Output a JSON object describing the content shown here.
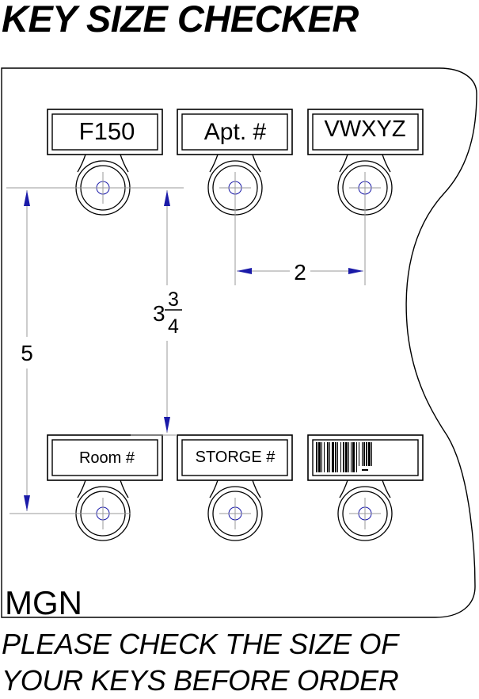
{
  "title": "KEY SIZE CHECKER",
  "tags_top": [
    {
      "label": "F150"
    },
    {
      "label": "Apt. #"
    },
    {
      "label": "VWXYZ"
    }
  ],
  "tags_bottom": [
    {
      "label": "Room #"
    },
    {
      "label": "STORGE #"
    },
    {
      "label": "barcode",
      "kind": "barcode"
    }
  ],
  "dimensions": {
    "horizontal": "2",
    "vertical_inner_whole": "3",
    "vertical_inner_num": "3",
    "vertical_inner_den": "4",
    "vertical_outer": "5"
  },
  "brand": "MGN",
  "footer": {
    "line1": "PLEASE CHECK THE SIZE OF",
    "line2": "YOUR KEYS BEFORE ORDER"
  },
  "colors": {
    "line": "#000000",
    "arrow": "#1a1aa8",
    "dim_line": "#9a9a9a"
  }
}
